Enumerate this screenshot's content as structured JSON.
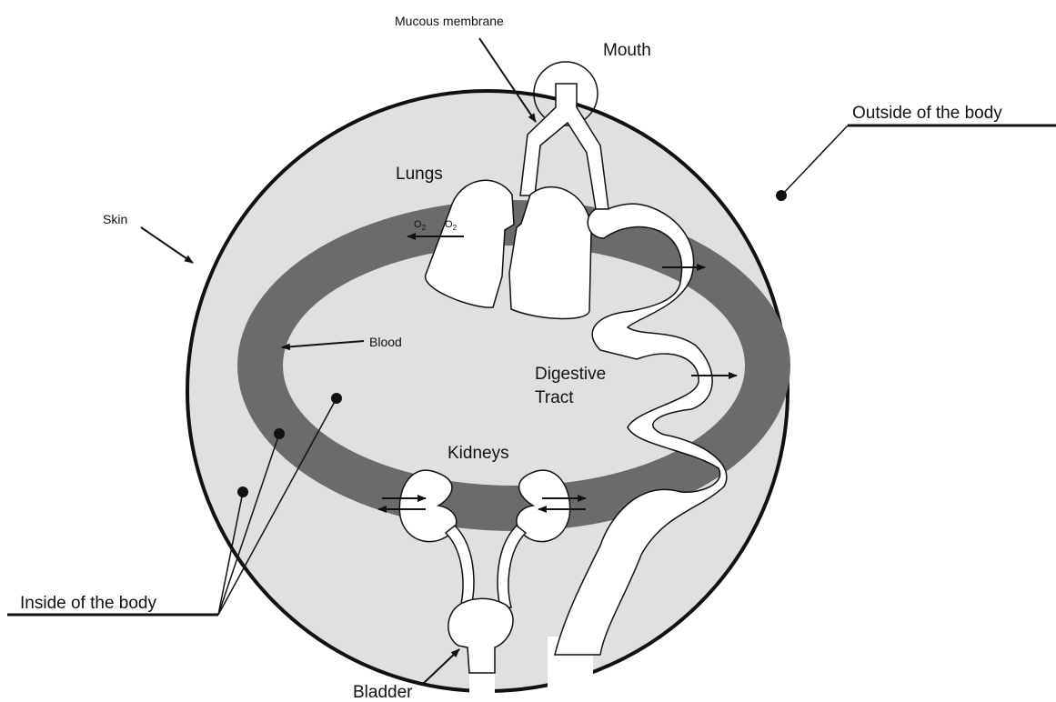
{
  "labels": {
    "mucous_membrane": "Mucous membrane",
    "mouth": "Mouth",
    "outside_body": "Outside of the body",
    "skin": "Skin",
    "lungs": "Lungs",
    "o2_left": "O",
    "o2_right": "O",
    "o2_subscript": "2",
    "blood": "Blood",
    "digestive_line1": "Digestive",
    "digestive_line2": "Tract",
    "kidneys": "Kidneys",
    "inside_body": "Inside of the body",
    "bladder": "Bladder"
  },
  "colors": {
    "body_fill": "#e0e0e0",
    "blood_ring": "#6b6b6b",
    "organ_fill": "#ffffff",
    "outline": "#111111"
  }
}
